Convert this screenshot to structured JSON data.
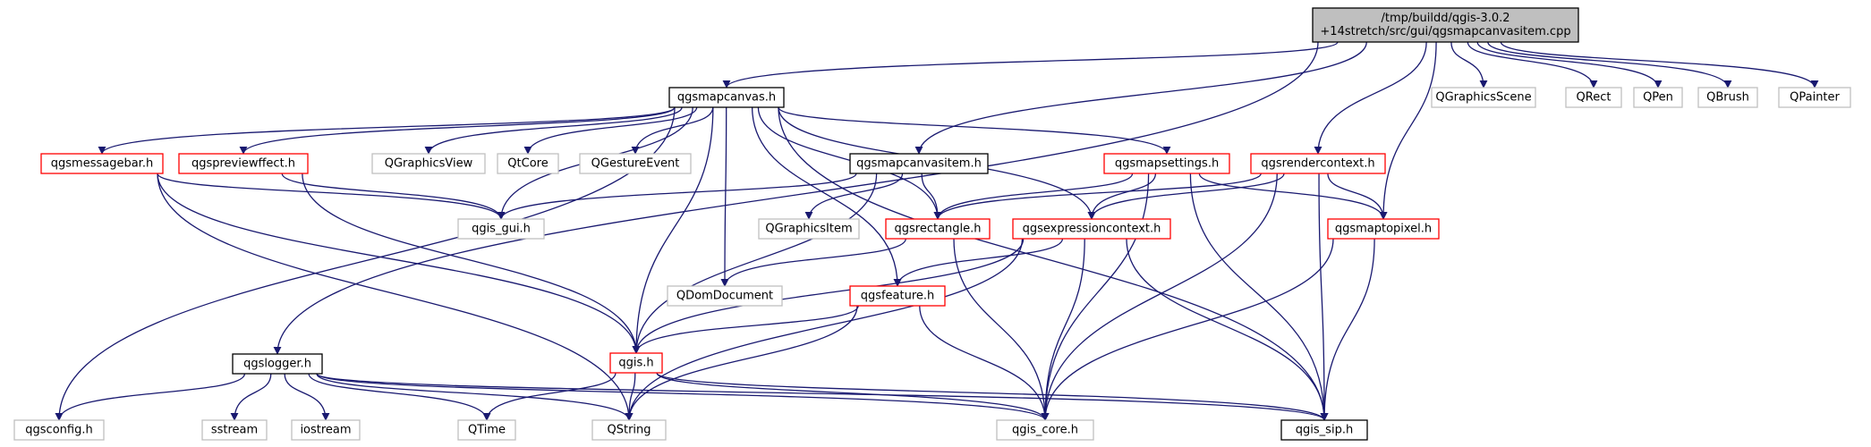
{
  "colors": {
    "edge": "#191970",
    "root_fill": "#bfbfbf",
    "node_border_black": "#000000",
    "node_border_red": "#ff0000",
    "node_border_gray": "#bfbfbf",
    "text": "#000000"
  },
  "nodes": [
    {
      "id": "root",
      "lines": [
        "/tmp/buildd/qgis-3.0.2",
        "+14stretch/src/gui/qgsmapcanvasitem.cpp"
      ],
      "style": "root"
    },
    {
      "id": "qgsmapcanvas",
      "lines": [
        "qgsmapcanvas.h"
      ],
      "style": "black"
    },
    {
      "id": "qgsmapcanvasitem",
      "lines": [
        "qgsmapcanvasitem.h"
      ],
      "style": "black"
    },
    {
      "id": "qgslogger",
      "lines": [
        "qgslogger.h"
      ],
      "style": "black"
    },
    {
      "id": "qgis_sip",
      "lines": [
        "qgis_sip.h"
      ],
      "style": "black"
    },
    {
      "id": "qgsmessagebar",
      "lines": [
        "qgsmessagebar.h"
      ],
      "style": "red"
    },
    {
      "id": "qgspreviewlink",
      "lines": [
        "qgspreviewffect.h"
      ],
      "style": "red"
    },
    {
      "id": "qgsmapsettings",
      "lines": [
        "qgsmapsettings.h"
      ],
      "style": "red"
    },
    {
      "id": "qgsrendercontext",
      "lines": [
        "qgsrendercontext.h"
      ],
      "style": "red"
    },
    {
      "id": "qgsrectangle",
      "lines": [
        "qgsrectangle.h"
      ],
      "style": "red"
    },
    {
      "id": "qgsexpressioncontext",
      "lines": [
        "qgsexpressioncontext.h"
      ],
      "style": "red"
    },
    {
      "id": "qgsmaptopixel",
      "lines": [
        "qgsmaptopixel.h"
      ],
      "style": "red"
    },
    {
      "id": "qgsfeature",
      "lines": [
        "qgsfeature.h"
      ],
      "style": "red"
    },
    {
      "id": "qgis",
      "lines": [
        "qgis.h"
      ],
      "style": "red"
    },
    {
      "id": "QGraphicsScene",
      "lines": [
        "QGraphicsScene"
      ],
      "style": "gray"
    },
    {
      "id": "QRect",
      "lines": [
        "QRect"
      ],
      "style": "gray"
    },
    {
      "id": "QPen",
      "lines": [
        "QPen"
      ],
      "style": "gray"
    },
    {
      "id": "QBrush",
      "lines": [
        "QBrush"
      ],
      "style": "gray"
    },
    {
      "id": "QPainter",
      "lines": [
        "QPainter"
      ],
      "style": "gray"
    },
    {
      "id": "QGraphicsView",
      "lines": [
        "QGraphicsView"
      ],
      "style": "gray"
    },
    {
      "id": "QtCore",
      "lines": [
        "QtCore"
      ],
      "style": "gray"
    },
    {
      "id": "QGestureEvent",
      "lines": [
        "QGestureEvent"
      ],
      "style": "gray"
    },
    {
      "id": "QGraphicsItem",
      "lines": [
        "QGraphicsItem"
      ],
      "style": "gray"
    },
    {
      "id": "qgis_gui",
      "lines": [
        "qgis_gui.h"
      ],
      "style": "gray"
    },
    {
      "id": "QDomDocument",
      "lines": [
        "QDomDocument"
      ],
      "style": "gray"
    },
    {
      "id": "qgsconfig",
      "lines": [
        "qgsconfig.h"
      ],
      "style": "gray"
    },
    {
      "id": "sstream",
      "lines": [
        "sstream"
      ],
      "style": "gray"
    },
    {
      "id": "iostream",
      "lines": [
        "iostream"
      ],
      "style": "gray"
    },
    {
      "id": "QTime",
      "lines": [
        "QTime"
      ],
      "style": "gray"
    },
    {
      "id": "QString",
      "lines": [
        "QString"
      ],
      "style": "gray"
    },
    {
      "id": "qgis_core",
      "lines": [
        "qgis_core.h"
      ],
      "style": "gray"
    }
  ],
  "edges": [
    {
      "from": "root",
      "to": "qgsmapcanvas"
    },
    {
      "from": "root",
      "to": "qgsmapcanvasitem"
    },
    {
      "from": "root",
      "to": "qgsrendercontext"
    },
    {
      "from": "root",
      "to": "qgsmaptopixel"
    },
    {
      "from": "root",
      "to": "QGraphicsScene"
    },
    {
      "from": "root",
      "to": "QRect"
    },
    {
      "from": "root",
      "to": "QPen"
    },
    {
      "from": "root",
      "to": "QBrush"
    },
    {
      "from": "root",
      "to": "QPainter"
    },
    {
      "from": "root",
      "to": "qgslogger"
    },
    {
      "from": "qgsmapcanvas",
      "to": "qgsmessagebar"
    },
    {
      "from": "qgsmapcanvas",
      "to": "qgspreviewlink"
    },
    {
      "from": "qgsmapcanvas",
      "to": "QGraphicsView"
    },
    {
      "from": "qgsmapcanvas",
      "to": "QtCore"
    },
    {
      "from": "qgsmapcanvas",
      "to": "QGestureEvent"
    },
    {
      "from": "qgsmapcanvas",
      "to": "qgsmapsettings"
    },
    {
      "from": "qgsmapcanvas",
      "to": "qgsrectangle"
    },
    {
      "from": "qgsmapcanvas",
      "to": "qgsexpressioncontext"
    },
    {
      "from": "qgsmapcanvas",
      "to": "qgis_gui"
    },
    {
      "from": "qgsmapcanvas",
      "to": "QDomDocument"
    },
    {
      "from": "qgsmapcanvas",
      "to": "qgis"
    },
    {
      "from": "qgsmapcanvas",
      "to": "qgsfeature"
    },
    {
      "from": "qgsmapcanvas",
      "to": "qgis_sip"
    },
    {
      "from": "qgsmapcanvas",
      "to": "qgsconfig"
    },
    {
      "from": "qgsmapcanvasitem",
      "to": "qgis_gui"
    },
    {
      "from": "qgsmapcanvasitem",
      "to": "QGraphicsItem"
    },
    {
      "from": "qgsmapcanvasitem",
      "to": "qgsrectangle"
    },
    {
      "from": "qgsmapcanvasitem",
      "to": "qgis"
    },
    {
      "from": "qgsmessagebar",
      "to": "qgis_gui"
    },
    {
      "from": "qgsmessagebar",
      "to": "qgis"
    },
    {
      "from": "qgsmessagebar",
      "to": "QString"
    },
    {
      "from": "qgspreviewlink",
      "to": "qgis_gui"
    },
    {
      "from": "qgspreviewlink",
      "to": "qgis"
    },
    {
      "from": "qgsmapsettings",
      "to": "qgsrectangle"
    },
    {
      "from": "qgsmapsettings",
      "to": "qgsexpressioncontext"
    },
    {
      "from": "qgsmapsettings",
      "to": "qgsmaptopixel"
    },
    {
      "from": "qgsmapsettings",
      "to": "qgis_core"
    },
    {
      "from": "qgsmapsettings",
      "to": "qgis_sip"
    },
    {
      "from": "qgsrendercontext",
      "to": "qgsrectangle"
    },
    {
      "from": "qgsrendercontext",
      "to": "qgsexpressioncontext"
    },
    {
      "from": "qgsrendercontext",
      "to": "qgsmaptopixel"
    },
    {
      "from": "qgsrendercontext",
      "to": "qgis_core"
    },
    {
      "from": "qgsrendercontext",
      "to": "qgis_sip"
    },
    {
      "from": "qgsrectangle",
      "to": "QDomDocument"
    },
    {
      "from": "qgsrectangle",
      "to": "qgis_core"
    },
    {
      "from": "qgsexpressioncontext",
      "to": "qgsfeature"
    },
    {
      "from": "qgsexpressioncontext",
      "to": "qgis"
    },
    {
      "from": "qgsexpressioncontext",
      "to": "QString"
    },
    {
      "from": "qgsexpressioncontext",
      "to": "qgis_core"
    },
    {
      "from": "qgsexpressioncontext",
      "to": "qgis_sip"
    },
    {
      "from": "qgsmaptopixel",
      "to": "qgis_core"
    },
    {
      "from": "qgsmaptopixel",
      "to": "qgis_sip"
    },
    {
      "from": "qgsfeature",
      "to": "qgis"
    },
    {
      "from": "qgsfeature",
      "to": "QString"
    },
    {
      "from": "qgsfeature",
      "to": "qgis_core"
    },
    {
      "from": "qgis",
      "to": "QTime"
    },
    {
      "from": "qgis",
      "to": "QString"
    },
    {
      "from": "qgis",
      "to": "qgis_core"
    },
    {
      "from": "qgis",
      "to": "qgis_sip"
    },
    {
      "from": "qgslogger",
      "to": "qgsconfig"
    },
    {
      "from": "qgslogger",
      "to": "sstream"
    },
    {
      "from": "qgslogger",
      "to": "iostream"
    },
    {
      "from": "qgslogger",
      "to": "QTime"
    },
    {
      "from": "qgslogger",
      "to": "QString"
    },
    {
      "from": "qgslogger",
      "to": "qgis_core"
    },
    {
      "from": "qgslogger",
      "to": "qgis_sip"
    }
  ]
}
